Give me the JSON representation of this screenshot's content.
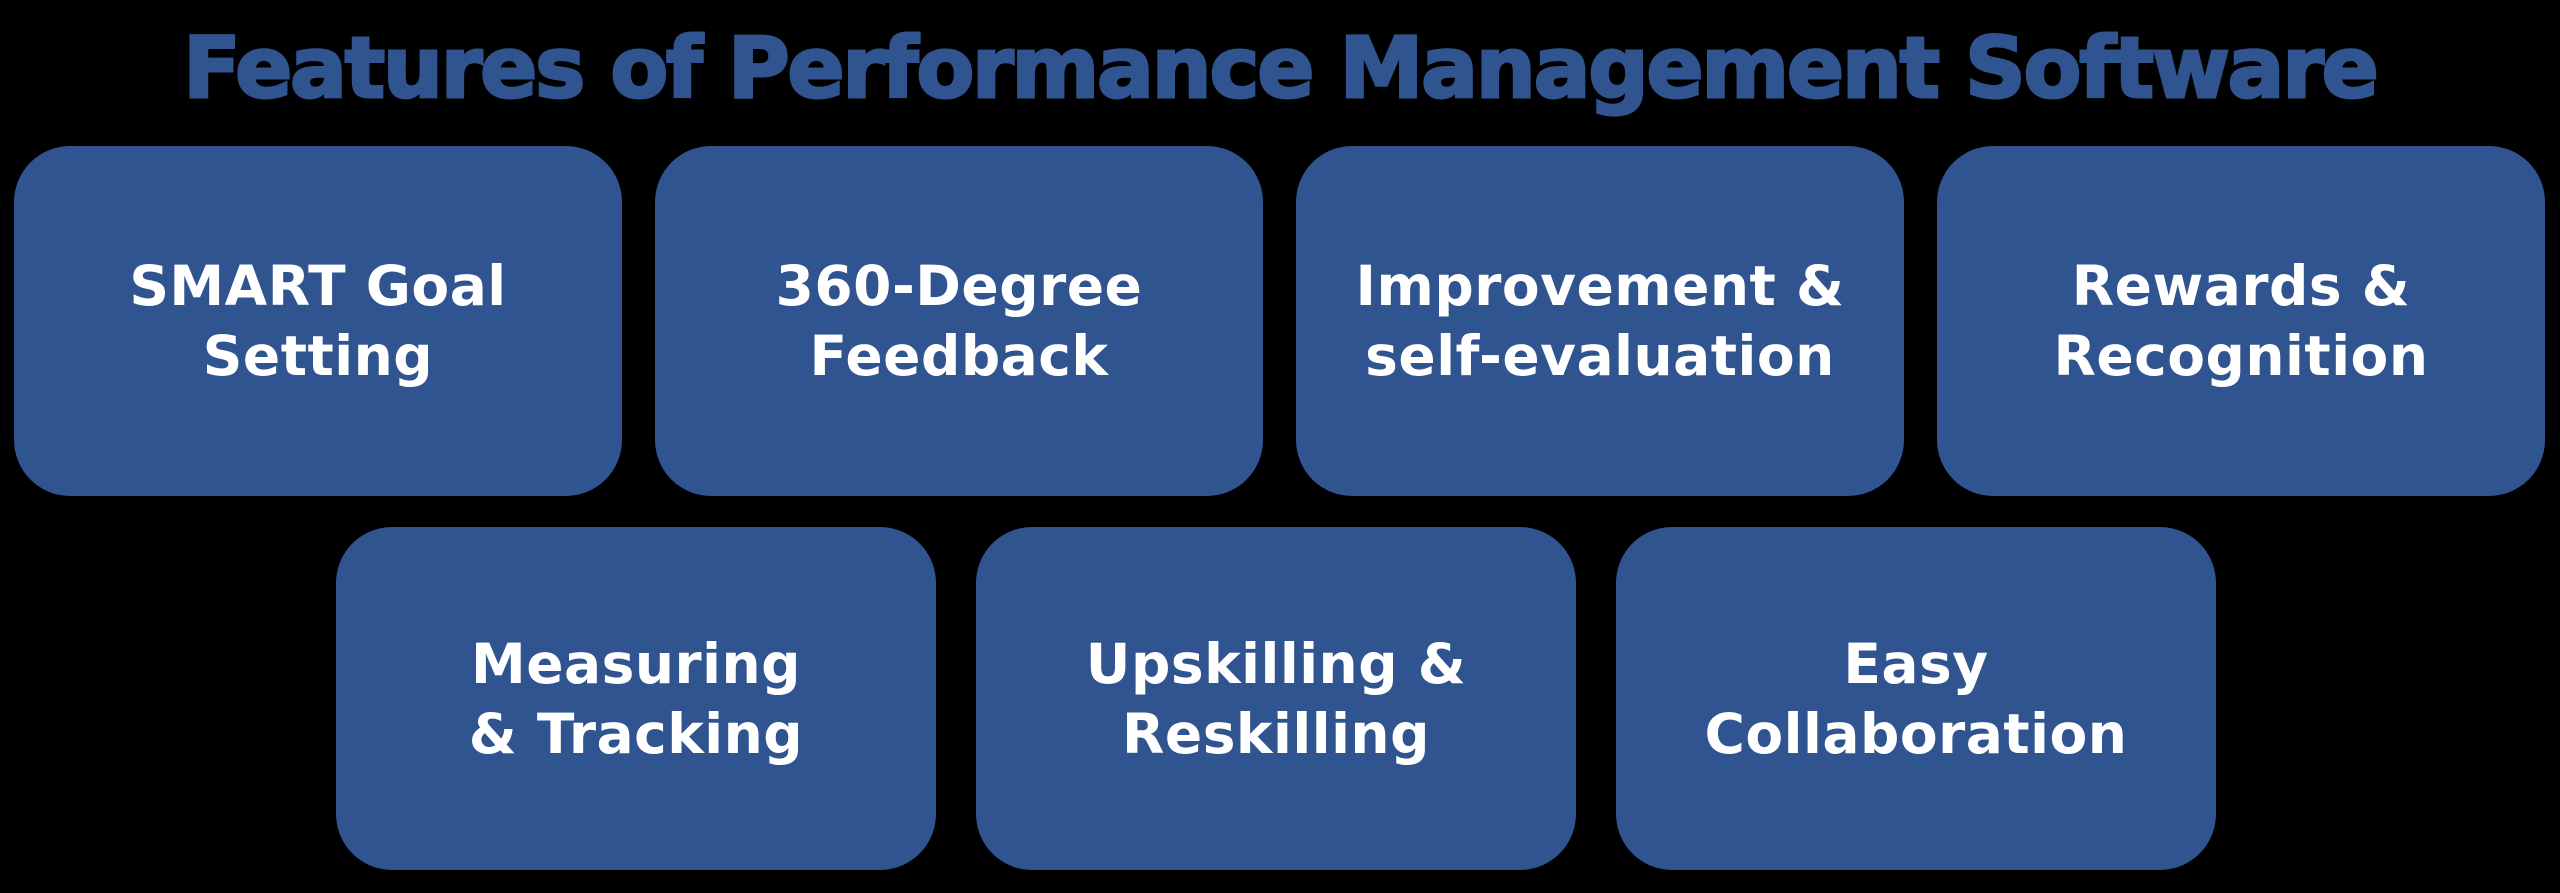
{
  "title": "Features of Performance Management Software",
  "colors": {
    "background": "#000000",
    "accent": "#30548F",
    "card_text": "#FFFFFF"
  },
  "features": [
    {
      "label": "SMART Goal\nSetting"
    },
    {
      "label": "360-Degree\nFeedback"
    },
    {
      "label": "Improvement &\nself-evaluation"
    },
    {
      "label": "Rewards &\nRecognition"
    },
    {
      "label": "Measuring\n& Tracking"
    },
    {
      "label": "Upskilling &\nReskilling"
    },
    {
      "label": "Easy\nCollaboration"
    }
  ]
}
